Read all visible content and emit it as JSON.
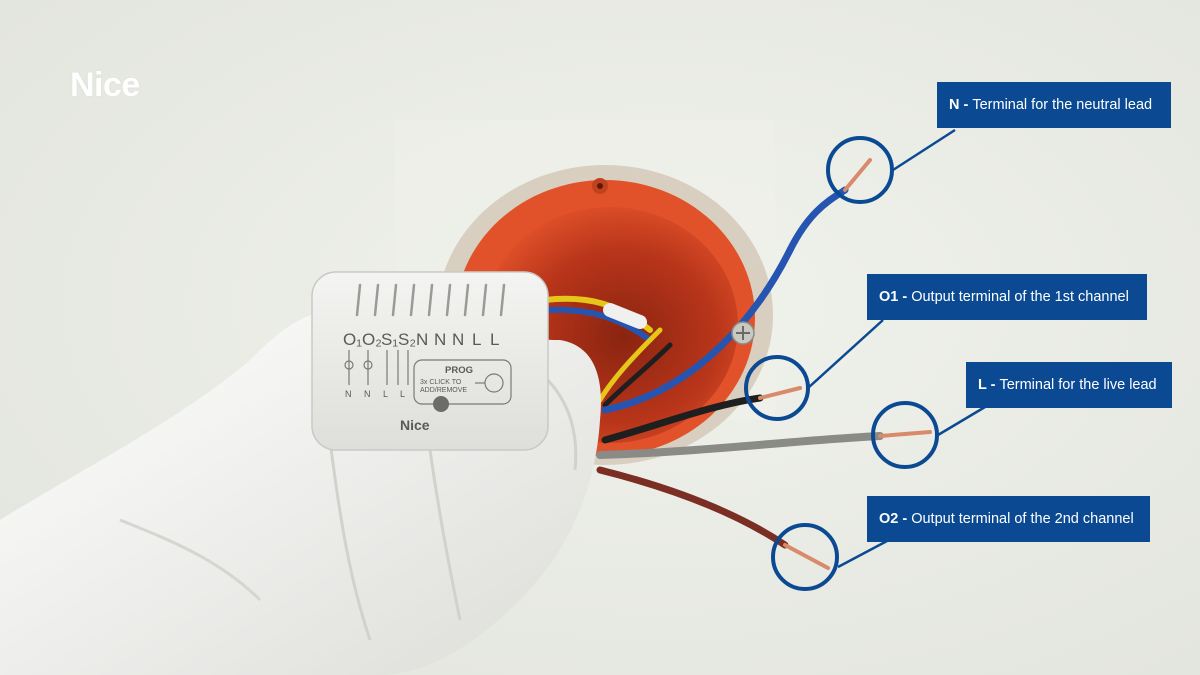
{
  "brand": {
    "logo_text": "Nice"
  },
  "device": {
    "terminal_labels": [
      "O₁",
      "O₂",
      "S₁",
      "S₂",
      "N",
      "N",
      "N",
      "L",
      "L"
    ],
    "prog_title": "PROG",
    "prog_line1": "3x CLICK TO",
    "prog_line2": "ADD/REMOVE",
    "bottom_letters": [
      "N",
      "N",
      "L",
      "L"
    ],
    "brand_text": "Nice"
  },
  "callouts": [
    {
      "code": "N -",
      "text": "Terminal for the neutral lead"
    },
    {
      "code": "O1 -",
      "text": "Output terminal of the 1st channel"
    },
    {
      "code": "L -",
      "text": "Terminal for the live lead"
    },
    {
      "code": "O2 -",
      "text": "Output terminal of the 2nd channel"
    }
  ],
  "colors": {
    "label_bg": "#0b4a93",
    "wall": "#e9ebe5",
    "box_orange": "#e2522a",
    "wire_blue": "#2555b0",
    "wire_brown": "#7a2e24",
    "wire_grey": "#8a8a86",
    "wire_black": "#1f1f1f",
    "copper": "#d98a6a"
  }
}
